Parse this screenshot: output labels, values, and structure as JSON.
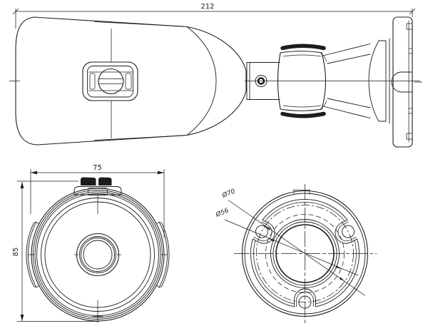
{
  "dimensions": {
    "overall_length": "212",
    "front_width": "75",
    "front_height": "85",
    "bolt_circle_diameter": "Ø70",
    "inner_circle_diameter": "Ø56"
  },
  "colors": {
    "line": "#1c1c1c",
    "background": "#ffffff"
  }
}
